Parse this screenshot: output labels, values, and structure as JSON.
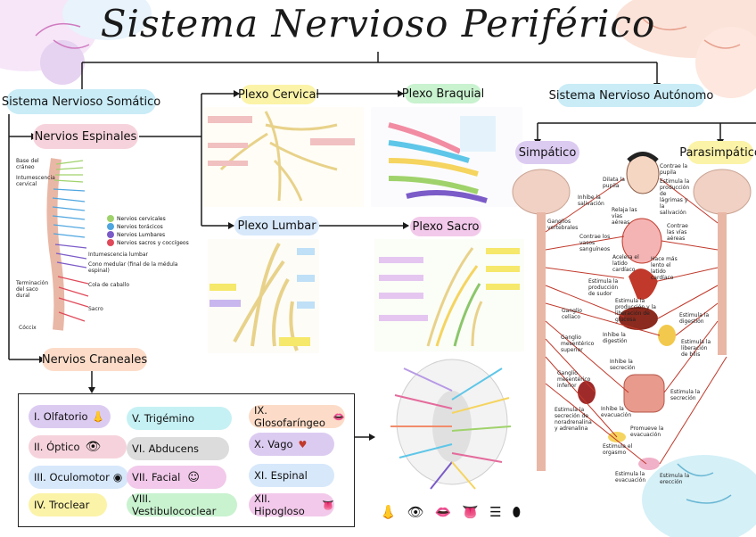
{
  "title": "Sistema Nervioso Periférico",
  "somatico": {
    "label": "Sistema Nervioso Somático",
    "espinales": "Nervios Espinales",
    "craneales": "Nervios Craneales"
  },
  "autonomo": {
    "label": "Sistema Nervioso Autónomo",
    "simpatico": "Simpático",
    "parasimpatico": "Parasimpático"
  },
  "plexos": {
    "cervical": "Plexo Cervical",
    "braquial": "Plexo Braquial",
    "lumbar": "Plexo Lumbar",
    "sacro": "Plexo Sacro"
  },
  "spine": {
    "labels": [
      "Base del cráneo",
      "Intumescencia cervical",
      "Intumescencia lumbar",
      "Cono medular (final de la médula espinal)",
      "Cola de caballo",
      "Terminación del saco dural",
      "Sacro",
      "Cóccix"
    ],
    "legend": [
      "Nervios cervicales",
      "Nervios torácicos",
      "Nervios Lumbares",
      "Nervios sacros y coccígeos"
    ],
    "legend_colors": [
      "#9fd26b",
      "#4fa6e0",
      "#7b5bc8",
      "#e04a5a"
    ]
  },
  "craneales_list": [
    {
      "label": "I. Olfatorio",
      "color": "#dccbf1"
    },
    {
      "label": "II. Óptico",
      "color": "#f6d3dc"
    },
    {
      "label": "III. Oculomotor",
      "color": "#d7e8fb"
    },
    {
      "label": "IV. Troclear",
      "color": "#fbf3a8"
    },
    {
      "label": "V. Trigémino",
      "color": "#c6f1f4"
    },
    {
      "label": "VI. Abducens",
      "color": "#dcdcdc"
    },
    {
      "label": "VII. Facial",
      "color": "#f2c9ea"
    },
    {
      "label": "VIII. Vestibulococlear",
      "color": "#c9f2cf"
    },
    {
      "label": "IX. Glosofaríngeo",
      "color": "#fcdcc8"
    },
    {
      "label": "X. Vago",
      "color": "#dccbf1"
    },
    {
      "label": "XI. Espinal",
      "color": "#d7e8fb"
    },
    {
      "label": "XII. Hipogloso",
      "color": "#f2c9ea"
    }
  ],
  "autonomic_labels": [
    "Dilata la pupila",
    "Contrae la pupila",
    "Estimula la producción de lágrimas y la salivación",
    "Inhibe la salivación",
    "Relaja las vías aéreas",
    "Contrae las vías aéreas",
    "Ganglios vertebrales",
    "Contrae los vasos sanguíneos",
    "Acelera el latido cardíaco",
    "Hace más lento el latido cardíaco",
    "Estimula la producción de sudor",
    "Ganglio celíaco",
    "Estimula la producción y la liberación de glucosa",
    "Estimula la digestión",
    "Inhibe la digestión",
    "Ganglio mesentérico superior",
    "Estimula la liberación de bilis",
    "Inhibe la secreción",
    "Ganglio mesentérico inferior",
    "Estimula la secreción",
    "Estimula la secreción de noradrenalina y adrenalina",
    "Inhibe la evacuación",
    "Promueve la evacuación",
    "Estimula el orgasmo",
    "Estimula la evacuación",
    "Estimula la erección"
  ],
  "colors": {
    "nerve_line": "#c0392b",
    "brain": "#f1d1c3",
    "spine": "#e9b7a6"
  }
}
